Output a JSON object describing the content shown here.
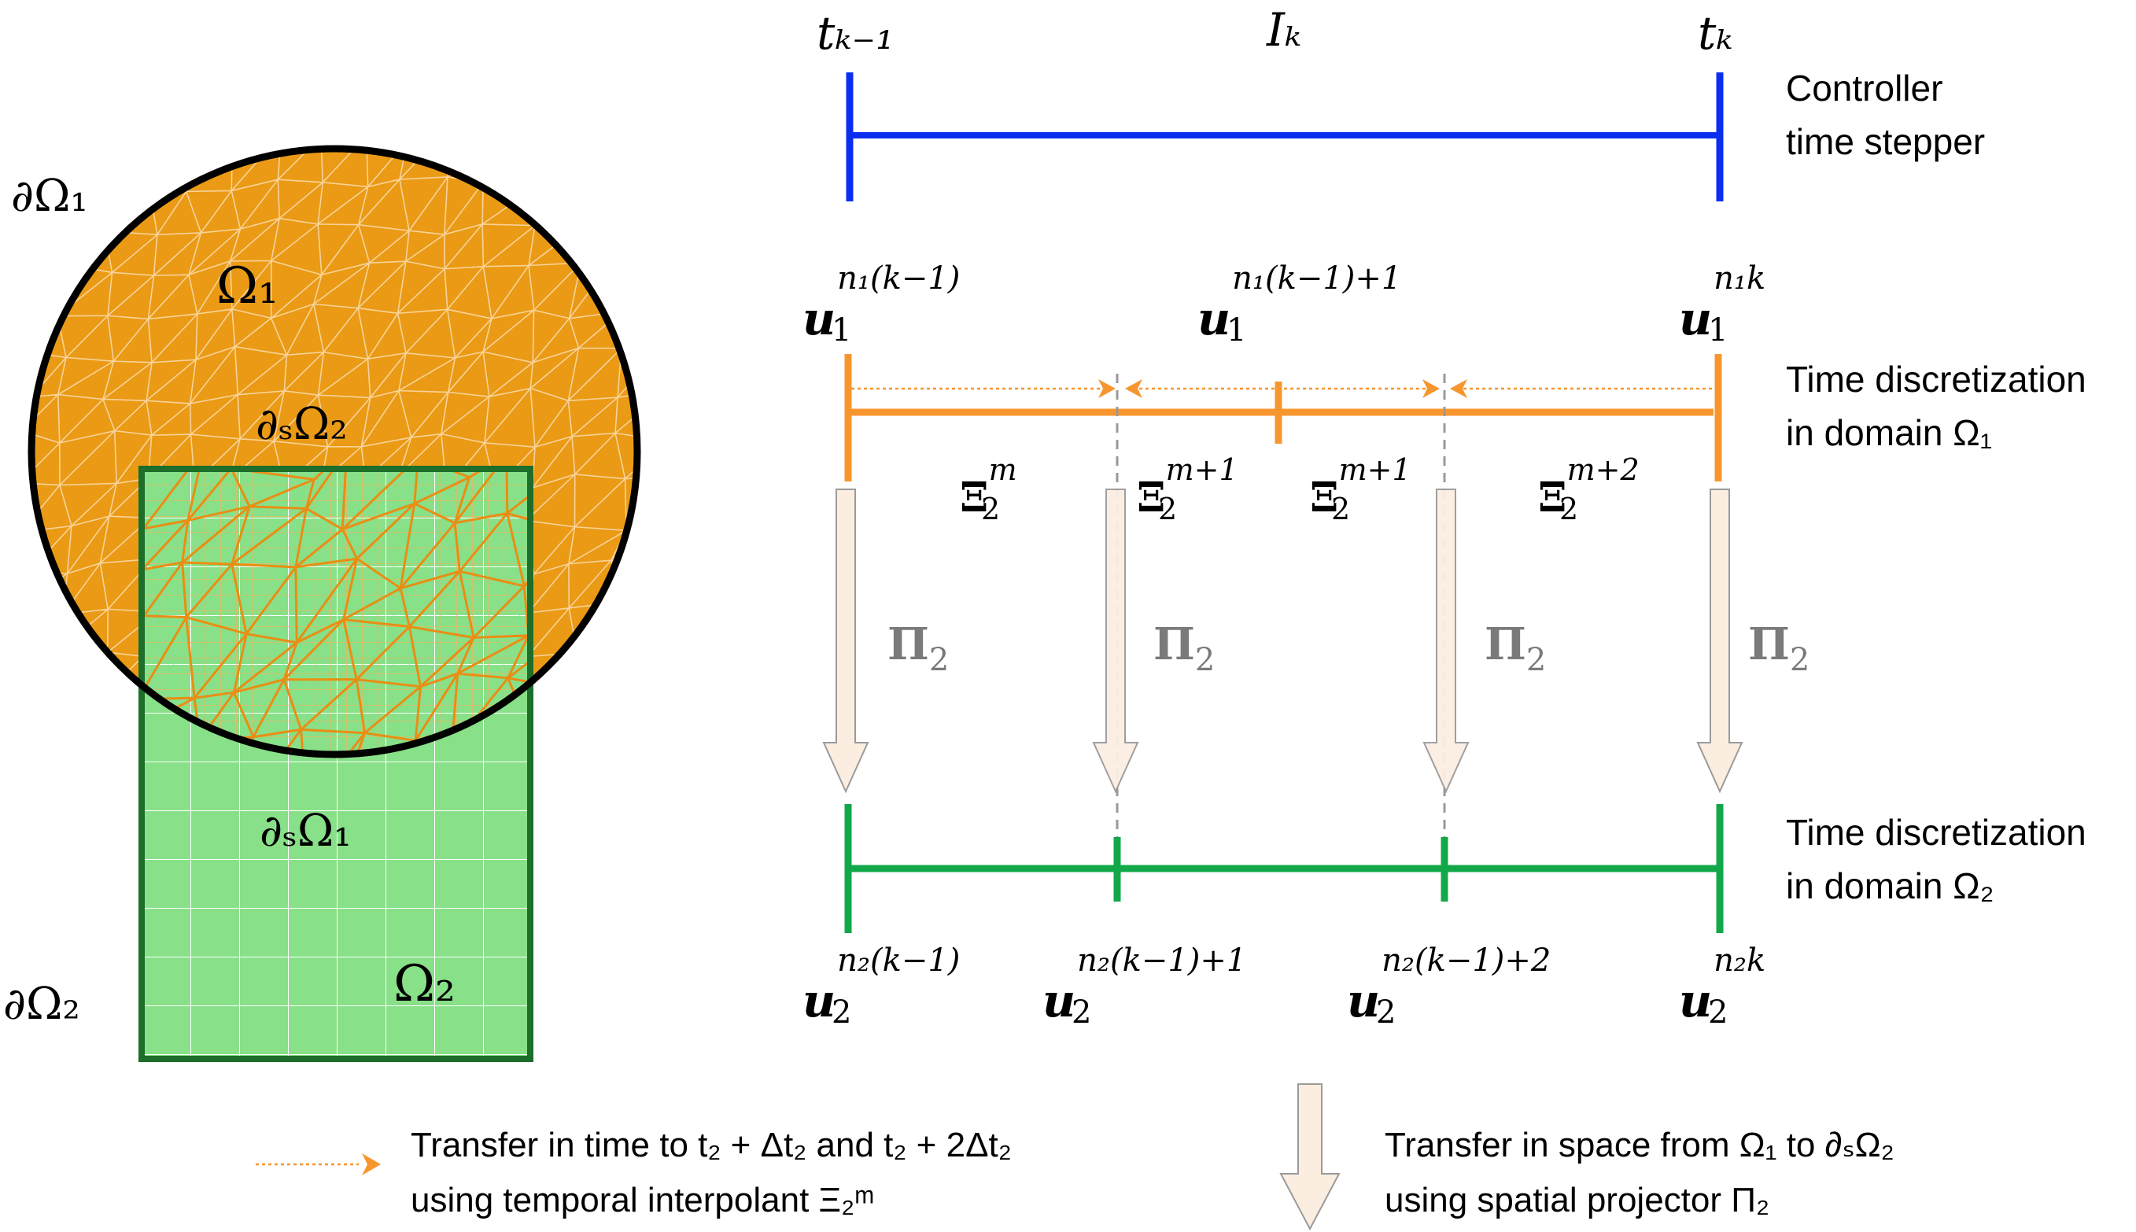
{
  "colors": {
    "omega1_fill": "#EA9A14",
    "omega2_fill": "#88E088",
    "omega2_border": "#1C6E2A",
    "controller": "#0A2EF0",
    "time1": "#F7962F",
    "time2": "#12A84A",
    "projector_arrow": "#FBEEE1",
    "projector_text": "#7A7A7A"
  },
  "domain": {
    "boundary1": "∂Ω₁",
    "omega1": "Ω₁",
    "interface2": "∂ₛΩ₂",
    "interface1": "∂ₛΩ₁",
    "boundary2": "∂Ω₂",
    "omega2": "Ω₂"
  },
  "controller": {
    "t_start": "tₖ₋₁",
    "interval": "Iₖ",
    "t_end": "tₖ",
    "label_line1": "Controller",
    "label_line2": "time stepper"
  },
  "domain1_time": {
    "states": [
      {
        "base": "u",
        "sub": "1",
        "sup": "n₁(k−1)"
      },
      {
        "base": "u",
        "sub": "1",
        "sup": "n₁(k−1)+1"
      },
      {
        "base": "u",
        "sub": "1",
        "sup": "n₁k"
      }
    ],
    "label_line1": "Time discretization",
    "label_line2": "in domain Ω₁",
    "interpolants": [
      {
        "base": "Ξ",
        "sub": "2",
        "sup": "m"
      },
      {
        "base": "Ξ",
        "sub": "2",
        "sup": "m+1"
      },
      {
        "base": "Ξ",
        "sub": "2",
        "sup": "m+1"
      },
      {
        "base": "Ξ",
        "sub": "2",
        "sup": "m+2"
      }
    ]
  },
  "projectors": [
    {
      "base": "Π",
      "sub": "2"
    },
    {
      "base": "Π",
      "sub": "2"
    },
    {
      "base": "Π",
      "sub": "2"
    },
    {
      "base": "Π",
      "sub": "2"
    }
  ],
  "domain2_time": {
    "label_line1": "Time discretization",
    "label_line2": "in domain Ω₂",
    "states": [
      {
        "base": "u",
        "sub": "2",
        "sup": "n₂(k−1)"
      },
      {
        "base": "u",
        "sub": "2",
        "sup": "n₂(k−1)+1"
      },
      {
        "base": "u",
        "sub": "2",
        "sup": "n₂(k−1)+2"
      },
      {
        "base": "u",
        "sub": "2",
        "sup": "n₂k"
      }
    ]
  },
  "legend": {
    "time_transfer_line1": "Transfer in time to t₂ + Δt₂ and t₂ + 2Δt₂",
    "time_transfer_line2": "using temporal interpolant Ξ₂ᵐ",
    "space_transfer_line1": "Transfer in space from Ω₁ to ∂ₛΩ₂",
    "space_transfer_line2": "using spatial projector Π₂"
  }
}
